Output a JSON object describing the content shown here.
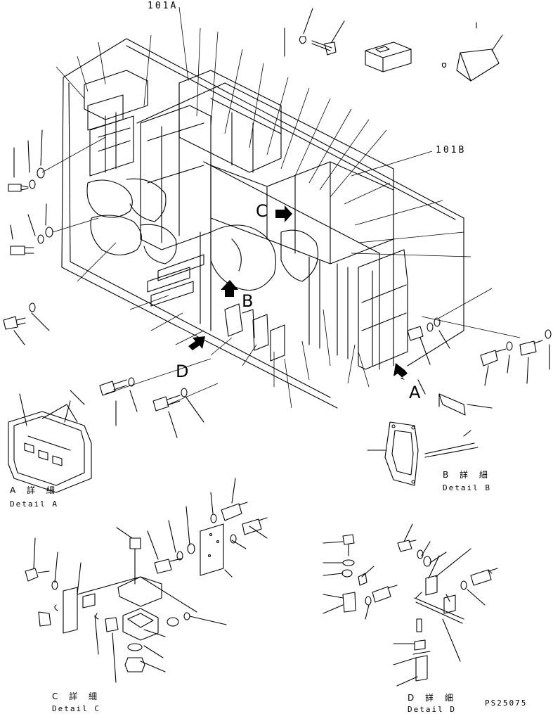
{
  "refs": {
    "part_101a": "101A",
    "part_101b": "101B",
    "view_c": "C",
    "view_b": "B",
    "view_d": "D",
    "view_a": "A"
  },
  "details": {
    "a_jp": "A 詳 細",
    "a_en": "Detail A",
    "b_jp": "B 詳 細",
    "b_en": "Detail B",
    "c_jp": "C 詳 細",
    "c_en": "Detail C",
    "d_jp": "D 詳 細",
    "d_en": "Detail D"
  },
  "drawing_code": "PS25075"
}
